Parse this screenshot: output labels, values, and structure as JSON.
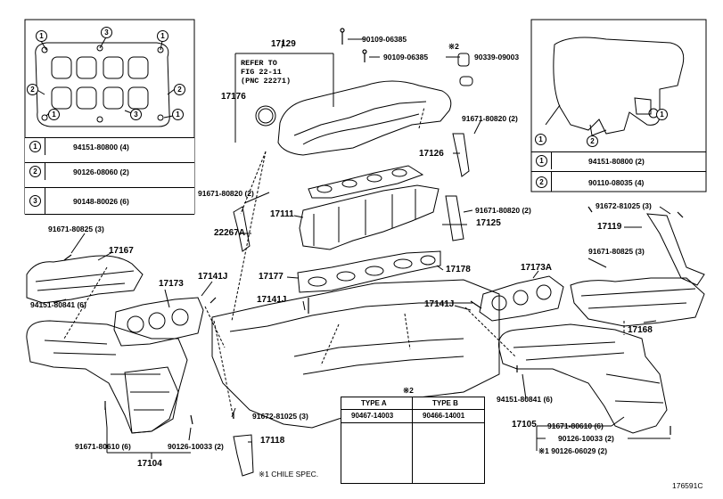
{
  "diagram_code": "176591C",
  "legend_left": {
    "rows": [
      {
        "num": "1",
        "part": "94151-80800 (4)"
      },
      {
        "num": "2",
        "part": "90126-08060 (2)"
      },
      {
        "num": "3",
        "part": "90148-80026 (6)"
      }
    ],
    "callouts": [
      "1",
      "3",
      "1",
      "2",
      "2",
      "1",
      "3",
      "1"
    ]
  },
  "legend_right": {
    "rows": [
      {
        "num": "1",
        "part": "94151-80800 (2)"
      },
      {
        "num": "2",
        "part": "90110-08035 (4)"
      }
    ],
    "callouts": [
      "1",
      "1",
      "2"
    ]
  },
  "refer": {
    "line1": "REFER TO",
    "line2": "FIG 22-11",
    "line3": "(PNC 22271)"
  },
  "labels": {
    "p17129": "17129",
    "p17176": "17176",
    "p90109a": "90109-06385",
    "p90109b": "90109-06385",
    "star2a": "※2",
    "p90339": "90339-09003",
    "p91671_2a": "91671-80820 (2)",
    "p17126": "17126",
    "p91671_2b": "91671-80820 (2)",
    "p17111": "17111",
    "p91671_2c": "91671-80820 (2)",
    "p17125": "17125",
    "p22267": "22267A",
    "p91672_3": "91672-81025 (3)",
    "p17119": "17119",
    "p91671_825r": "91671-80825 (3)",
    "p91671_825l": "91671-80825 (3)",
    "p17167": "17167",
    "p17173": "17173",
    "p17141j_a": "17141J",
    "p17177": "17177",
    "p17178": "17178",
    "p17173a": "17173A",
    "p94151_6a": "94151-80841 (6)",
    "p17141j_b": "17141J",
    "p17141j_c": "17141J",
    "p17168": "17168",
    "p94151_6b": "94151-80841 (6)",
    "p17105": "17105",
    "p91671_610r": "91671-80610 (6)",
    "p90126_2r": "90126-10033 (2)",
    "p90126_029": "※1 90126-06029 (2)",
    "p91672_2": "91672-81025 (3)",
    "p17118": "17118",
    "p91671_610l": "91671-80610 (6)",
    "p90126_2l": "90126-10033 (2)",
    "p17104": "17104",
    "chile": "※1 CHILE SPEC."
  },
  "types_table": {
    "header": "※2",
    "col_a_title": "TYPE A",
    "col_b_title": "TYPE B",
    "col_a_part": "90467-14003",
    "col_b_part": "90466-14001"
  }
}
